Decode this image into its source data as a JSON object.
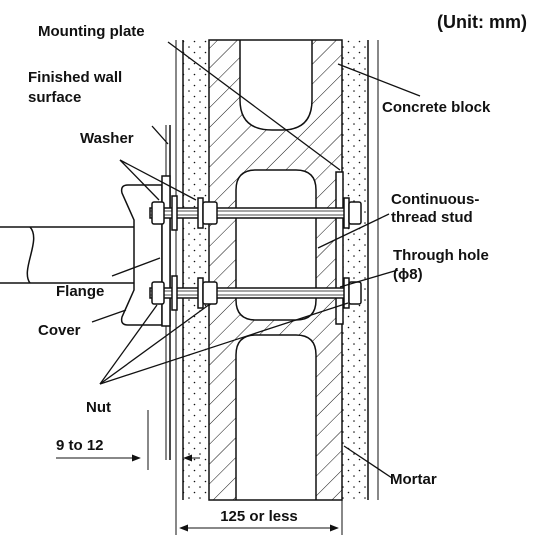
{
  "unit_note": "(Unit: mm)",
  "labels": {
    "mounting_plate": "Mounting plate",
    "finished_wall_line1": "Finished wall",
    "finished_wall_line2": "surface",
    "concrete_block": "Concrete block",
    "washer": "Washer",
    "stud_line1": "Continuous-",
    "stud_line2": "thread stud",
    "hole_line1": "Through hole",
    "hole_line2": "(ϕ8)",
    "flange": "Flange",
    "cover": "Cover",
    "nut": "Nut",
    "mortar": "Mortar"
  },
  "dimensions": {
    "gap": "9 to 12",
    "wall": "125 or less"
  },
  "colors": {
    "ink": "#111111",
    "paper": "#ffffff"
  }
}
